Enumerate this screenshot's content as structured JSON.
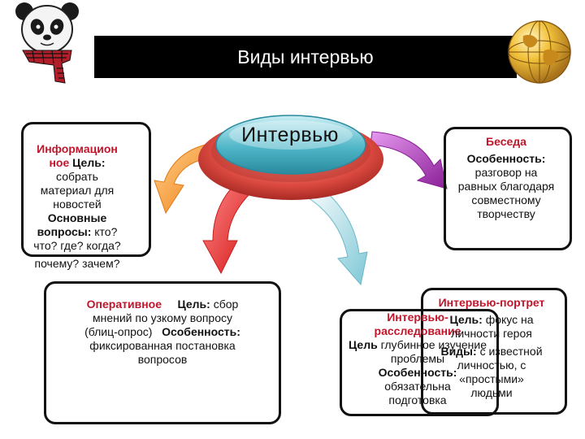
{
  "header": {
    "title": "Виды интервью"
  },
  "center": {
    "label": "Интервью"
  },
  "informational": {
    "name_part1": "Информацион",
    "name_part2": "ное",
    "goal_label": "Цель:",
    "goal_text_1": "собрать",
    "goal_text_2": "материал для",
    "goal_text_3": "новостей",
    "questions_label_1": "Основные",
    "questions_label_2": "вопросы:",
    "questions_text_1": "кто?",
    "questions_text_2": "что? где? когда?",
    "questions_text_3": "почему? зачем?"
  },
  "conversation": {
    "name": "Беседа",
    "feature_label": "Особенность:",
    "text_1": "разговор на",
    "text_2": "равных благодаря",
    "text_3": "совместному",
    "text_4": "творчеству"
  },
  "operative": {
    "name": "Оперативное",
    "goal_label": "Цель:",
    "goal_text_1": "сбор",
    "goal_text_2": "мнений по узкому вопросу",
    "goal_text_3": "(блиц-опрос)",
    "feature_label": "Особенность:",
    "feature_text_1": "фиксированная постановка",
    "feature_text_2": "вопросов"
  },
  "investigation": {
    "name": "Интервью-расследование",
    "goal_label": "Цель",
    "goal_text_1": "глубинное изучение",
    "goal_text_2": "проблемы",
    "feature_label": "Особенность:",
    "feature_text_1": "обязательна",
    "feature_text_2": "подготовка"
  },
  "portrait": {
    "name": "Интервью-портрет",
    "goal_label": "Цель:",
    "goal_text_1": "фокус на",
    "goal_text_2": "личности героя",
    "kinds_label": "Виды:",
    "kinds_text_1": "с известной",
    "kinds_text_2": "личностью, с",
    "kinds_text_3": "«простыми»",
    "kinds_text_4": "людьми"
  },
  "colors": {
    "title_bg": "#000000",
    "label_red": "#c0152a",
    "hub_teal": "#3ea7bb",
    "hub_red": "#d7403a",
    "arrow_orange": "#f08a20",
    "arrow_red": "#e02424",
    "arrow_blue": "#8fd0dc",
    "arrow_purple": "#9a2aa5"
  },
  "icons": {
    "mascot": "panda-scarf-icon",
    "logo": "globe-icon"
  }
}
